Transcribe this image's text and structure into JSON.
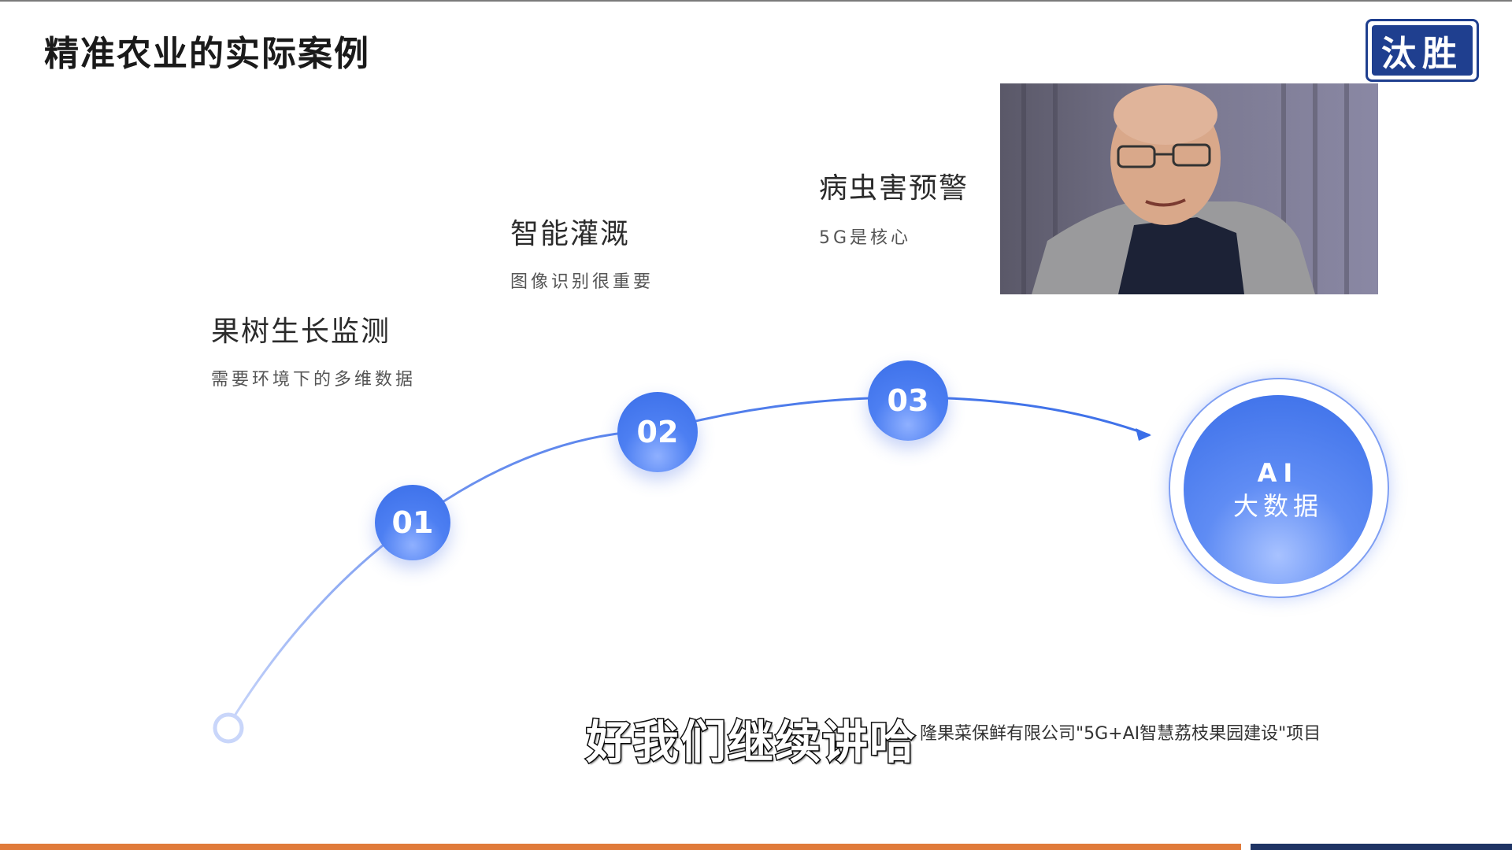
{
  "slide": {
    "title": "精准农业的实际案例",
    "logo_text": "汰胜"
  },
  "steps": [
    {
      "number": "01",
      "title": "果树生长监测",
      "desc": "需要环境下的多维数据"
    },
    {
      "number": "02",
      "title": "智能灌溉",
      "desc": "图像识别很重要"
    },
    {
      "number": "03",
      "title": "病虫害预警",
      "desc": "5G是核心"
    }
  ],
  "ai_badge": {
    "line1": "AI",
    "line2": "大数据"
  },
  "footnote": "隆果菜保鲜有限公司\"5G+AI智慧荔枝果园建设\"项目",
  "subtitle": "好我们继续讲哈",
  "colors": {
    "accent": "#3a6ee8",
    "title": "#1a1a1a",
    "bottom_orange": "#e07a3a",
    "bottom_navy": "#1f3464",
    "logo": "#1f3f8f"
  }
}
